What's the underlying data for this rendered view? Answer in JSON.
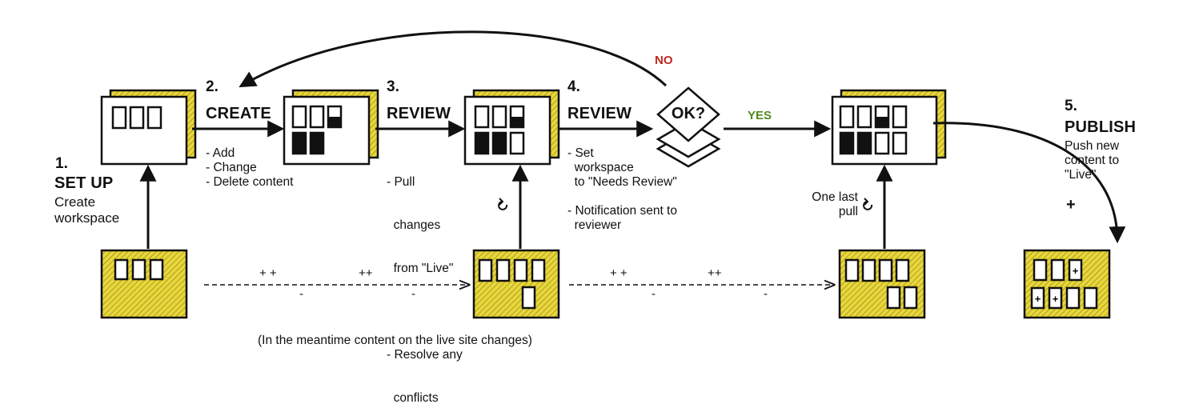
{
  "steps": [
    {
      "num": "1.",
      "title": "SET UP",
      "lines": [
        "Create",
        "workspace"
      ]
    },
    {
      "num": "2.",
      "title": "CREATE",
      "lines": [
        "- Add",
        "- Change",
        "- Delete content"
      ]
    },
    {
      "num": "3.",
      "title": "REVIEW",
      "lines": [
        "- Pull",
        "  changes",
        "  from \"Live\"",
        "",
        "- Resolve any",
        "  conflicts"
      ]
    },
    {
      "num": "4.",
      "title": "REVIEW",
      "lines": [
        "- Set",
        "  workspace",
        "  to \"Needs Review\"",
        "",
        "- Notification sent to",
        "  reviewer"
      ]
    },
    {
      "num": "5.",
      "title": "PUBLISH",
      "lines": [
        "Push new",
        "content to",
        "\"Live\""
      ]
    }
  ],
  "decision": {
    "label": "OK?",
    "yes": "YES",
    "no": "NO"
  },
  "last_pull": [
    "One last",
    "pull"
  ],
  "publish_plus": "+",
  "live_changes": {
    "plus_a": "+ +",
    "plus_b": "++",
    "minus": "-"
  },
  "caption": "(In the meantime content on the live site changes)",
  "colors": {
    "live_fill": "#e8d73c",
    "stroke": "#111111",
    "no": "#c0281e",
    "yes": "#4f8a1e"
  }
}
